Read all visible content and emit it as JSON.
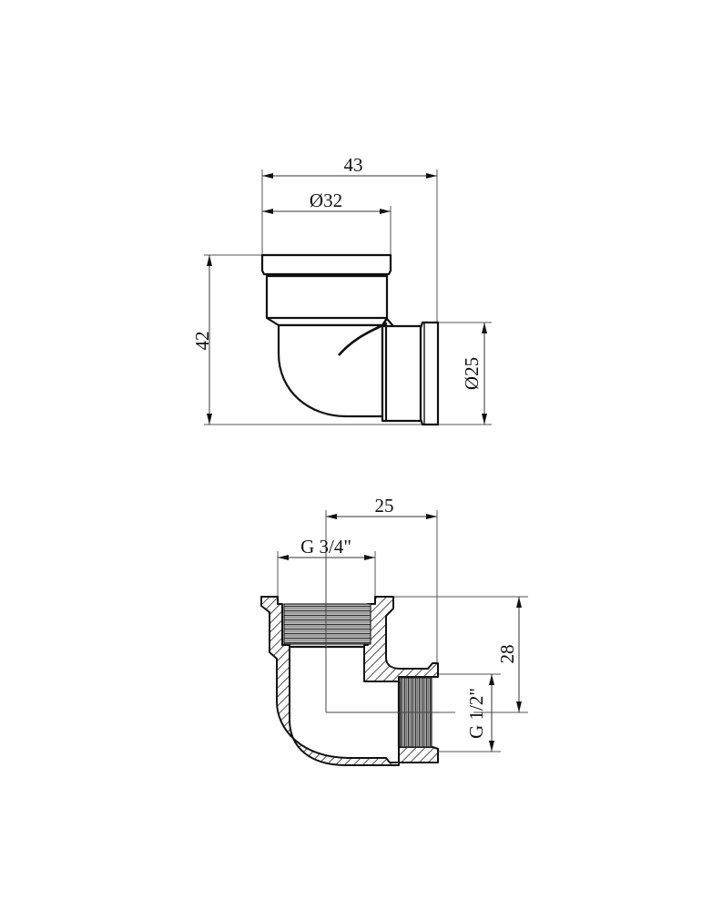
{
  "drawing": {
    "subject": "90° elbow pipe fitting, female-female reducing",
    "views": [
      {
        "name": "exterior-view",
        "dimensions": {
          "overall_width": "43",
          "top_diameter": "Ø32",
          "overall_height": "42",
          "side_diameter": "Ø25"
        }
      },
      {
        "name": "section-view",
        "dimensions": {
          "center_to_face_horizontal": "25",
          "top_thread": "G 3/4\"",
          "center_to_face_vertical": "28",
          "side_thread": "G 1/2\""
        }
      }
    ]
  },
  "colors": {
    "line": "#111111",
    "dim_line": "#555555",
    "background": "#ffffff"
  }
}
